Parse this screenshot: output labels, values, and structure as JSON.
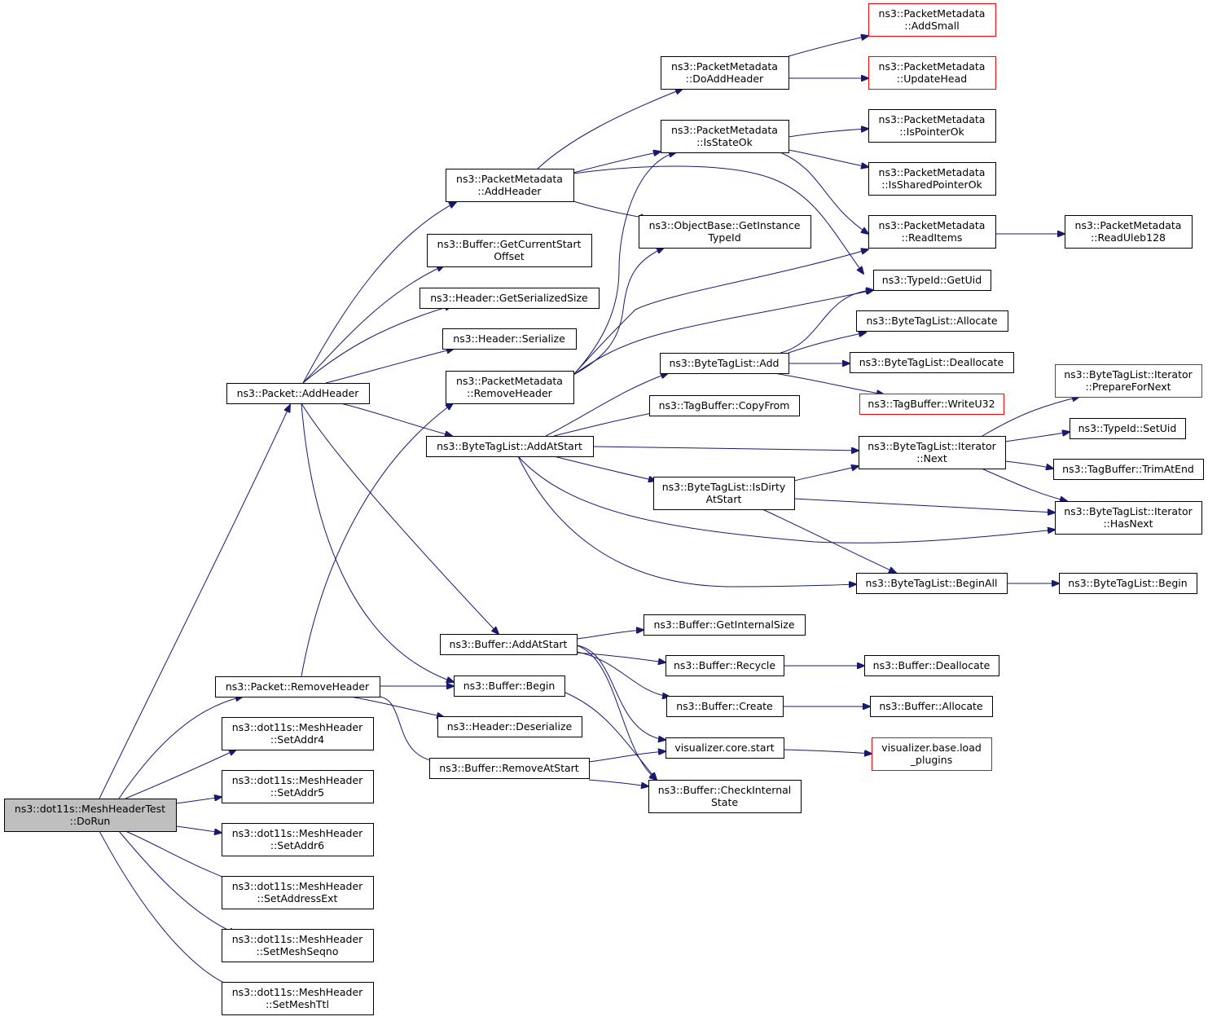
{
  "graph": {
    "colors": {
      "edge": "#191970",
      "node_border": "#000000",
      "missing_border": "#ff0000",
      "root_fill": "#bfbfbf"
    },
    "nodes": [
      {
        "id": "dorun",
        "lines": [
          "ns3::dot11s::MeshHeaderTest",
          "::DoRun"
        ],
        "kind": "root"
      },
      {
        "id": "pkt_add",
        "lines": [
          "ns3::Packet::AddHeader"
        ]
      },
      {
        "id": "pkt_rem",
        "lines": [
          "ns3::Packet::RemoveHeader"
        ]
      },
      {
        "id": "setaddr4",
        "lines": [
          "ns3::dot11s::MeshHeader",
          "::SetAddr4"
        ]
      },
      {
        "id": "setaddr5",
        "lines": [
          "ns3::dot11s::MeshHeader",
          "::SetAddr5"
        ]
      },
      {
        "id": "setaddr6",
        "lines": [
          "ns3::dot11s::MeshHeader",
          "::SetAddr6"
        ]
      },
      {
        "id": "setaddrext",
        "lines": [
          "ns3::dot11s::MeshHeader",
          "::SetAddressExt"
        ]
      },
      {
        "id": "setseqno",
        "lines": [
          "ns3::dot11s::MeshHeader",
          "::SetMeshSeqno"
        ]
      },
      {
        "id": "setttl",
        "lines": [
          "ns3::dot11s::MeshHeader",
          "::SetMeshTtl"
        ]
      },
      {
        "id": "pm_addheader",
        "lines": [
          "ns3::PacketMetadata",
          "::AddHeader"
        ]
      },
      {
        "id": "buf_getcurstart",
        "lines": [
          "ns3::Buffer::GetCurrentStart",
          "Offset"
        ]
      },
      {
        "id": "hdr_getsersize",
        "lines": [
          "ns3::Header::GetSerializedSize"
        ]
      },
      {
        "id": "hdr_serialize",
        "lines": [
          "ns3::Header::Serialize"
        ]
      },
      {
        "id": "pm_removeheader",
        "lines": [
          "ns3::PacketMetadata",
          "::RemoveHeader"
        ]
      },
      {
        "id": "btl_addatstart",
        "lines": [
          "ns3::ByteTagList::AddAtStart"
        ]
      },
      {
        "id": "buf_addatstart",
        "lines": [
          "ns3::Buffer::AddAtStart"
        ]
      },
      {
        "id": "buf_begin",
        "lines": [
          "ns3::Buffer::Begin"
        ]
      },
      {
        "id": "hdr_deserialize",
        "lines": [
          "ns3::Header::Deserialize"
        ]
      },
      {
        "id": "buf_removeatstart",
        "lines": [
          "ns3::Buffer::RemoveAtStart"
        ]
      },
      {
        "id": "pm_doaddheader",
        "lines": [
          "ns3::PacketMetadata",
          "::DoAddHeader"
        ]
      },
      {
        "id": "pm_isstateok",
        "lines": [
          "ns3::PacketMetadata",
          "::IsStateOk"
        ]
      },
      {
        "id": "ob_getinstance",
        "lines": [
          "ns3::ObjectBase::GetInstance",
          "TypeId"
        ]
      },
      {
        "id": "btl_add",
        "lines": [
          "ns3::ByteTagList::Add"
        ]
      },
      {
        "id": "tb_copyfrom",
        "lines": [
          "ns3::TagBuffer::CopyFrom"
        ]
      },
      {
        "id": "btl_isdirty",
        "lines": [
          "ns3::ByteTagList::IsDirty",
          "AtStart"
        ]
      },
      {
        "id": "buf_getinternalsize",
        "lines": [
          "ns3::Buffer::GetInternalSize"
        ]
      },
      {
        "id": "buf_recycle",
        "lines": [
          "ns3::Buffer::Recycle"
        ]
      },
      {
        "id": "buf_create",
        "lines": [
          "ns3::Buffer::Create"
        ]
      },
      {
        "id": "viz_start",
        "lines": [
          "visualizer.core.start"
        ]
      },
      {
        "id": "buf_checkinternal",
        "lines": [
          "ns3::Buffer::CheckInternal",
          "State"
        ]
      },
      {
        "id": "pm_addsmall",
        "lines": [
          "ns3::PacketMetadata",
          "::AddSmall"
        ],
        "kind": "missing"
      },
      {
        "id": "pm_updatehead",
        "lines": [
          "ns3::PacketMetadata",
          "::UpdateHead"
        ],
        "kind": "missing"
      },
      {
        "id": "pm_ispointerok",
        "lines": [
          "ns3::PacketMetadata",
          "::IsPointerOk"
        ]
      },
      {
        "id": "pm_issharedptrok",
        "lines": [
          "ns3::PacketMetadata",
          "::IsSharedPointerOk"
        ]
      },
      {
        "id": "pm_readitems",
        "lines": [
          "ns3::PacketMetadata",
          "::ReadItems"
        ]
      },
      {
        "id": "typeid_getuid",
        "lines": [
          "ns3::TypeId::GetUid"
        ]
      },
      {
        "id": "btl_allocate",
        "lines": [
          "ns3::ByteTagList::Allocate"
        ]
      },
      {
        "id": "btl_deallocate",
        "lines": [
          "ns3::ByteTagList::Deallocate"
        ]
      },
      {
        "id": "tb_writeu32",
        "lines": [
          "ns3::TagBuffer::WriteU32"
        ],
        "kind": "missing"
      },
      {
        "id": "btl_it_next",
        "lines": [
          "ns3::ByteTagList::Iterator",
          "::Next"
        ]
      },
      {
        "id": "btl_beginall",
        "lines": [
          "ns3::ByteTagList::BeginAll"
        ]
      },
      {
        "id": "buf_deallocate",
        "lines": [
          "ns3::Buffer::Deallocate"
        ]
      },
      {
        "id": "buf_allocate",
        "lines": [
          "ns3::Buffer::Allocate"
        ]
      },
      {
        "id": "viz_loadplugins",
        "lines": [
          "visualizer.base.load",
          "_plugins"
        ],
        "kind": "missing"
      },
      {
        "id": "pm_readuleb",
        "lines": [
          "ns3::PacketMetadata",
          "::ReadUleb128"
        ]
      },
      {
        "id": "btl_it_prepare",
        "lines": [
          "ns3::ByteTagList::Iterator",
          "::PrepareForNext"
        ],
        "kind": "missing"
      },
      {
        "id": "typeid_setuid",
        "lines": [
          "ns3::TypeId::SetUid"
        ]
      },
      {
        "id": "tb_trimatend",
        "lines": [
          "ns3::TagBuffer::TrimAtEnd"
        ]
      },
      {
        "id": "btl_it_hasnext",
        "lines": [
          "ns3::ByteTagList::Iterator",
          "::HasNext"
        ]
      },
      {
        "id": "btl_begin",
        "lines": [
          "ns3::ByteTagList::Begin"
        ]
      }
    ]
  }
}
